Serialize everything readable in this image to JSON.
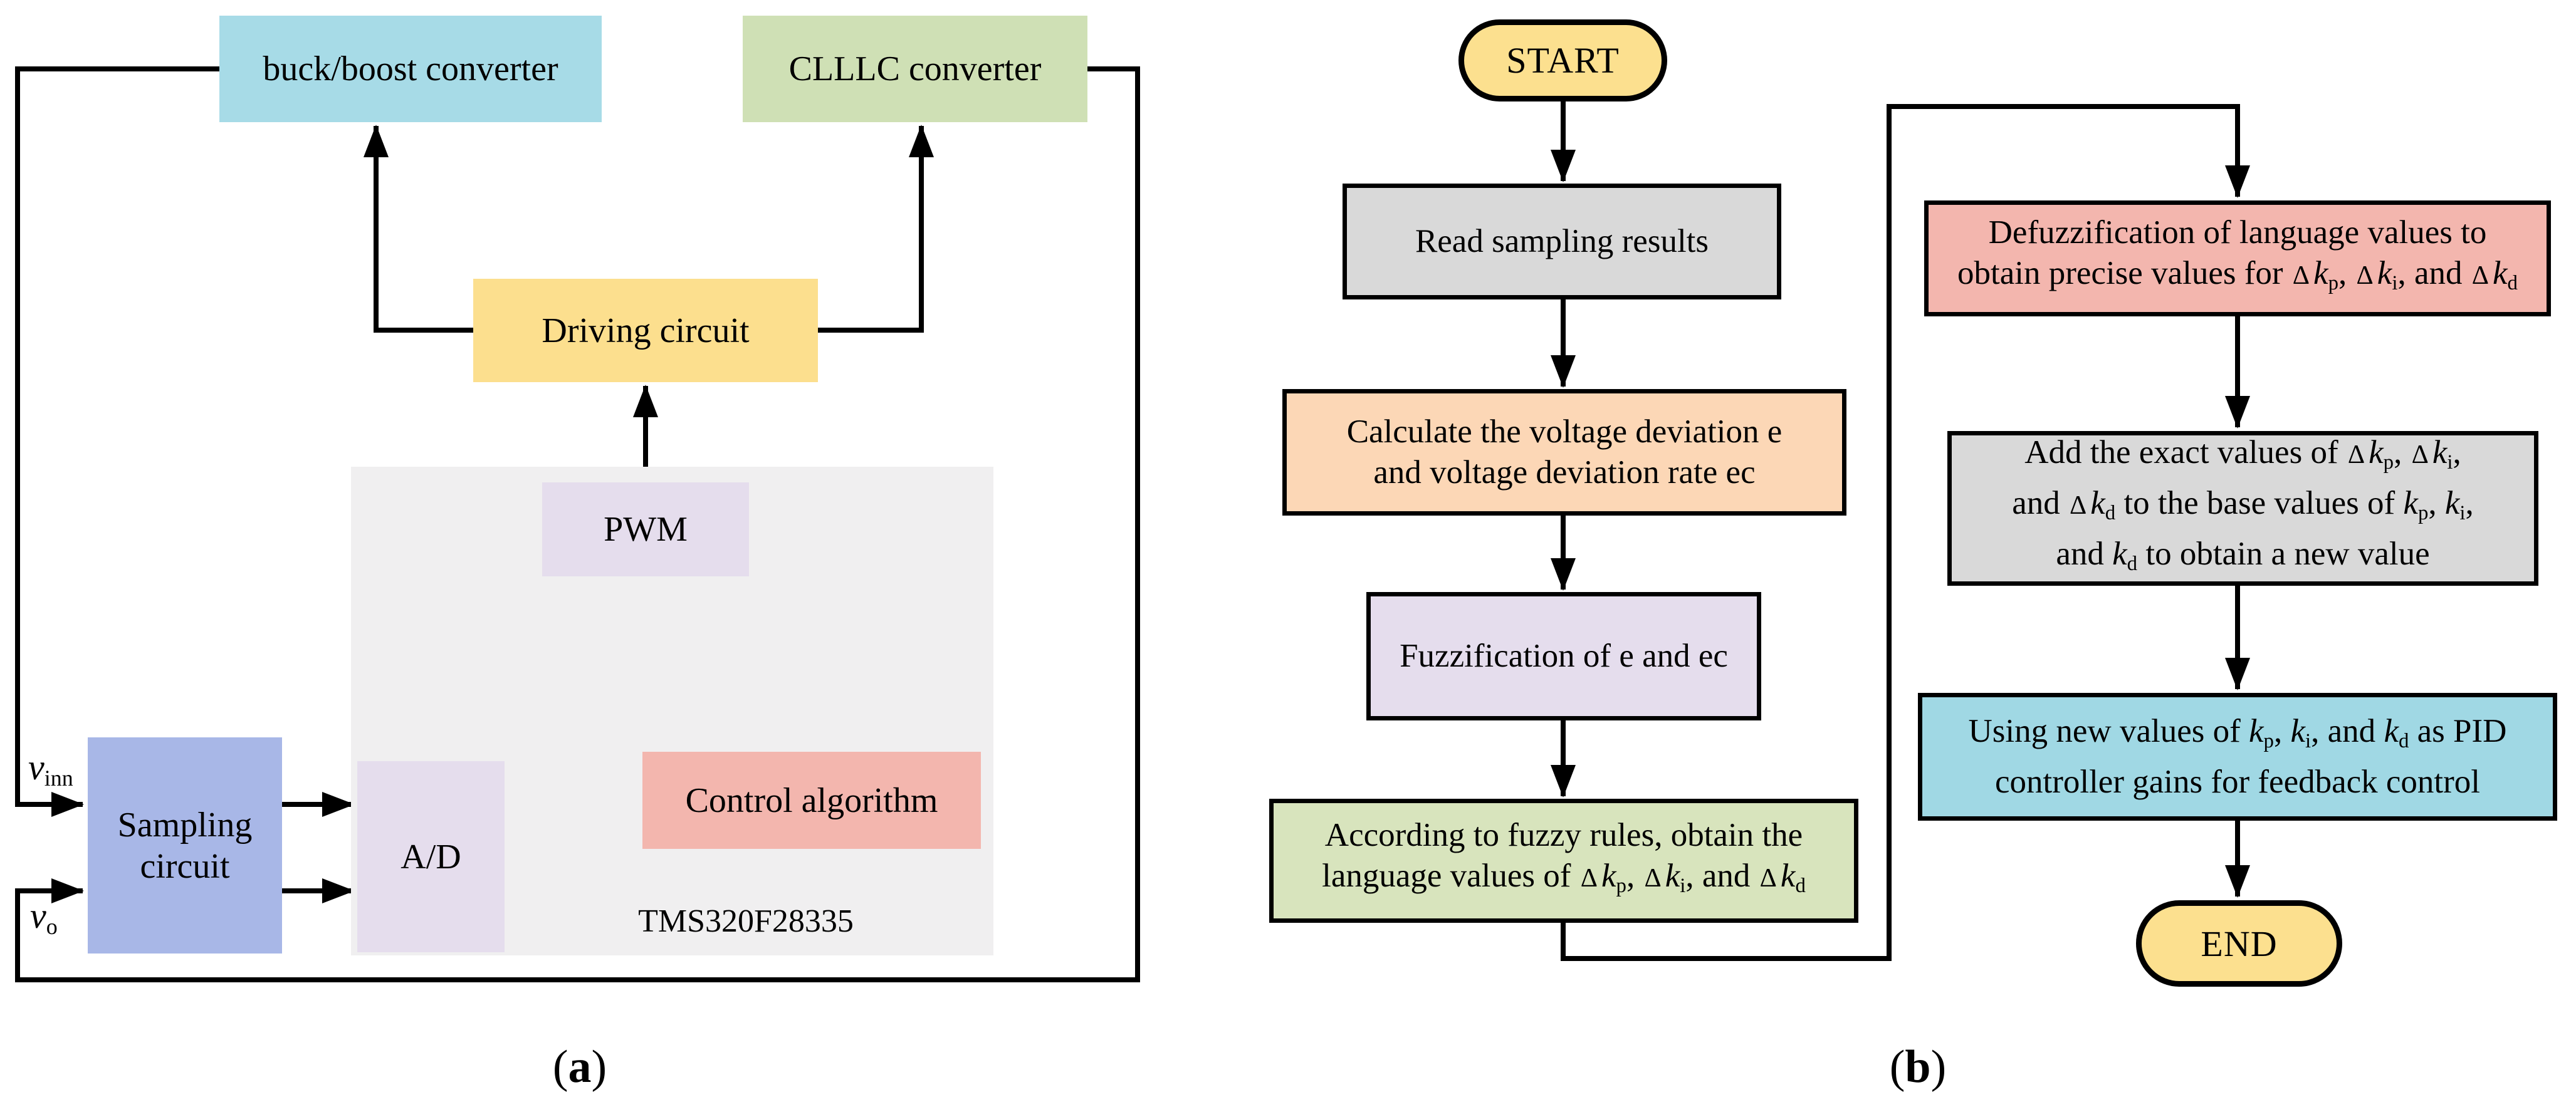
{
  "colors": {
    "buck_boost_blue": "#a7dbe7",
    "clllc_green": "#cfe0b5",
    "driving_yellow": "#fcdf8e",
    "lavender": "#e5dded",
    "sampling_periwinkle": "#a8b7e7",
    "control_salmon": "#f3b6ae",
    "dsp_panel_gray": "#f0eff0",
    "flow_gray": "#d9d9d9",
    "flow_peach": "#fcd7b6",
    "flow_green": "#d8e4bd",
    "flow_cyan": "#a0d8e4",
    "terminator_yellow": "#fce08f",
    "line_black": "#000000"
  },
  "panel_a": {
    "caption": [
      [
        {
          "t": "("
        },
        {
          "t": "a",
          "b": 1
        },
        {
          "t": ")"
        }
      ]
    ],
    "blocks": {
      "buck_boost": "buck/boost converter",
      "clllc": "CLLLC converter",
      "driving": "Driving circuit",
      "pwm": "PWM",
      "control": "Control algorithm",
      "ad": "A/D",
      "sampling": [
        [
          {
            "t": "Sampling"
          }
        ],
        [
          {
            "t": "circuit"
          }
        ]
      ],
      "dsp": "TMS320F28335"
    },
    "signals": {
      "v_in": [
        [
          {
            "t": "v",
            "i": 1
          },
          {
            "t": "inn",
            "s": 1
          }
        ]
      ],
      "v_out": [
        [
          {
            "t": "v",
            "i": 1
          },
          {
            "t": "o",
            "s": 1
          }
        ]
      ]
    }
  },
  "panel_b": {
    "caption": [
      [
        {
          "t": "("
        },
        {
          "t": "b",
          "b": 1
        },
        {
          "t": ")"
        }
      ]
    ],
    "nodes": {
      "start": "START",
      "read": [
        [
          {
            "t": "Read sampling results"
          }
        ]
      ],
      "calc": [
        [
          {
            "t": "Calculate the voltage deviation e"
          }
        ],
        [
          {
            "t": "and voltage deviation rate ec"
          }
        ]
      ],
      "fuzz": [
        [
          {
            "t": "Fuzzification of e and ec"
          }
        ]
      ],
      "rules": [
        [
          {
            "t": "According to fuzzy rules, obtain the"
          }
        ],
        [
          {
            "t": "language values of "
          },
          {
            "t": "Δ",
            "d": 1
          },
          {
            "t": "k",
            "i": 1
          },
          {
            "t": "p",
            "s": 1
          },
          {
            "t": ", "
          },
          {
            "t": "Δ",
            "d": 1
          },
          {
            "t": "k",
            "i": 1
          },
          {
            "t": "i",
            "s": 1
          },
          {
            "t": ", and "
          },
          {
            "t": "Δ",
            "d": 1
          },
          {
            "t": "k",
            "i": 1
          },
          {
            "t": "d",
            "s": 1
          }
        ]
      ],
      "defuzz": [
        [
          {
            "t": "Defuzzification of language values to"
          }
        ],
        [
          {
            "t": "obtain precise values for "
          },
          {
            "t": "Δ",
            "d": 1
          },
          {
            "t": "k",
            "i": 1
          },
          {
            "t": "p",
            "s": 1
          },
          {
            "t": ", "
          },
          {
            "t": "Δ",
            "d": 1
          },
          {
            "t": "k",
            "i": 1
          },
          {
            "t": "i",
            "s": 1
          },
          {
            "t": ", and "
          },
          {
            "t": "Δ",
            "d": 1
          },
          {
            "t": "k",
            "i": 1
          },
          {
            "t": "d",
            "s": 1
          }
        ]
      ],
      "add": [
        [
          {
            "t": "Add the exact values of "
          },
          {
            "t": "Δ",
            "d": 1
          },
          {
            "t": "k",
            "i": 1
          },
          {
            "t": "p",
            "s": 1
          },
          {
            "t": ", "
          },
          {
            "t": "Δ",
            "d": 1
          },
          {
            "t": "k",
            "i": 1
          },
          {
            "t": "i",
            "s": 1
          },
          {
            "t": ","
          }
        ],
        [
          {
            "t": "and "
          },
          {
            "t": "Δ",
            "d": 1
          },
          {
            "t": "k",
            "i": 1
          },
          {
            "t": "d",
            "s": 1
          },
          {
            "t": " to the base values of "
          },
          {
            "t": "k",
            "i": 1
          },
          {
            "t": "p",
            "s": 1
          },
          {
            "t": ", "
          },
          {
            "t": "k",
            "i": 1
          },
          {
            "t": "i",
            "s": 1
          },
          {
            "t": ","
          }
        ],
        [
          {
            "t": "and "
          },
          {
            "t": "k",
            "i": 1
          },
          {
            "t": "d",
            "s": 1
          },
          {
            "t": " to obtain a new value"
          }
        ]
      ],
      "use": [
        [
          {
            "t": "Using new values of "
          },
          {
            "t": "k",
            "i": 1
          },
          {
            "t": "p",
            "s": 1
          },
          {
            "t": ", "
          },
          {
            "t": "k",
            "i": 1
          },
          {
            "t": "i",
            "s": 1
          },
          {
            "t": ", and "
          },
          {
            "t": "k",
            "i": 1
          },
          {
            "t": "d",
            "s": 1
          },
          {
            "t": " as PID"
          }
        ],
        [
          {
            "t": "controller gains for feedback control"
          }
        ]
      ],
      "end": "END"
    }
  }
}
